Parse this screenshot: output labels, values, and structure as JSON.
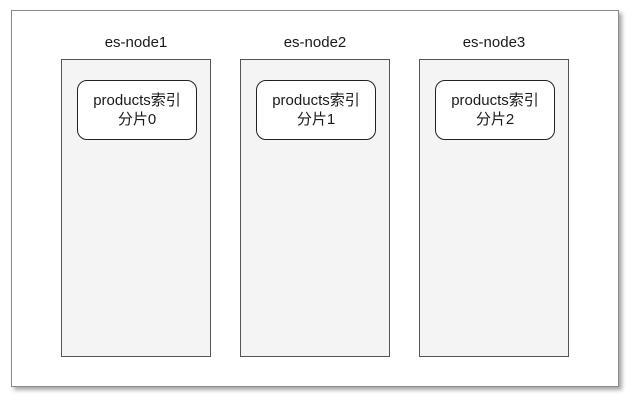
{
  "nodes": [
    {
      "title": "es-node1",
      "shard": {
        "line1": "products索引",
        "line2": "分片0"
      }
    },
    {
      "title": "es-node2",
      "shard": {
        "line1": "products索引",
        "line2": "分片1"
      }
    },
    {
      "title": "es-node3",
      "shard": {
        "line1": "products索引",
        "line2": "分片2"
      }
    }
  ],
  "colors": {
    "column_fill": "#f4f4f4",
    "column_border": "#555555",
    "shard_fill": "#ffffff",
    "shard_border": "#222222"
  }
}
